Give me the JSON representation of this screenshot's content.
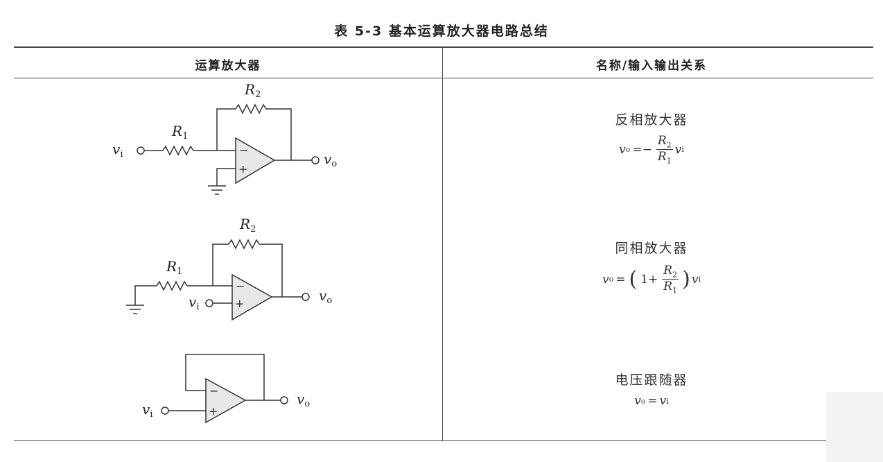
{
  "title": "表 5-3   基本运算放大器电路总结",
  "columns": [
    "运算放大器",
    "名称/输入输出关系"
  ],
  "rows": [
    {
      "name": "反相放大器",
      "circuit_labels": {
        "vi": "v",
        "vi_sub": "i",
        "vo": "v",
        "vo_sub": "o",
        "r1": "R",
        "r1_sub": "1",
        "r2": "R",
        "r2_sub": "2",
        "minus": "−",
        "plus": "+"
      },
      "formula": {
        "lhs": "v",
        "lhs_sub": "o",
        "eq": "=−",
        "num": "R",
        "num_sub": "2",
        "den": "R",
        "den_sub": "1",
        "rhs": "v",
        "rhs_sub": "i"
      }
    },
    {
      "name": "同相放大器",
      "circuit_labels": {
        "vi": "v",
        "vi_sub": "i",
        "vo": "v",
        "vo_sub": "o",
        "r1": "R",
        "r1_sub": "1",
        "r2": "R",
        "r2_sub": "2",
        "minus": "−",
        "plus": "+"
      },
      "formula": {
        "lhs": "v",
        "lhs_sub": "o",
        "eq": "=",
        "lparen": "(",
        "one": "1+",
        "num": "R",
        "num_sub": "2",
        "den": "R",
        "den_sub": "1",
        "rparen": ")",
        "rhs": "v",
        "rhs_sub": "i"
      }
    },
    {
      "name": "电压跟随器",
      "circuit_labels": {
        "vi": "v",
        "vi_sub": "i",
        "vo": "v",
        "vo_sub": "o",
        "minus": "−",
        "plus": "+"
      },
      "formula": {
        "lhs": "v",
        "lhs_sub": "o",
        "eq": "=",
        "rhs": "v",
        "rhs_sub": "i"
      }
    }
  ]
}
